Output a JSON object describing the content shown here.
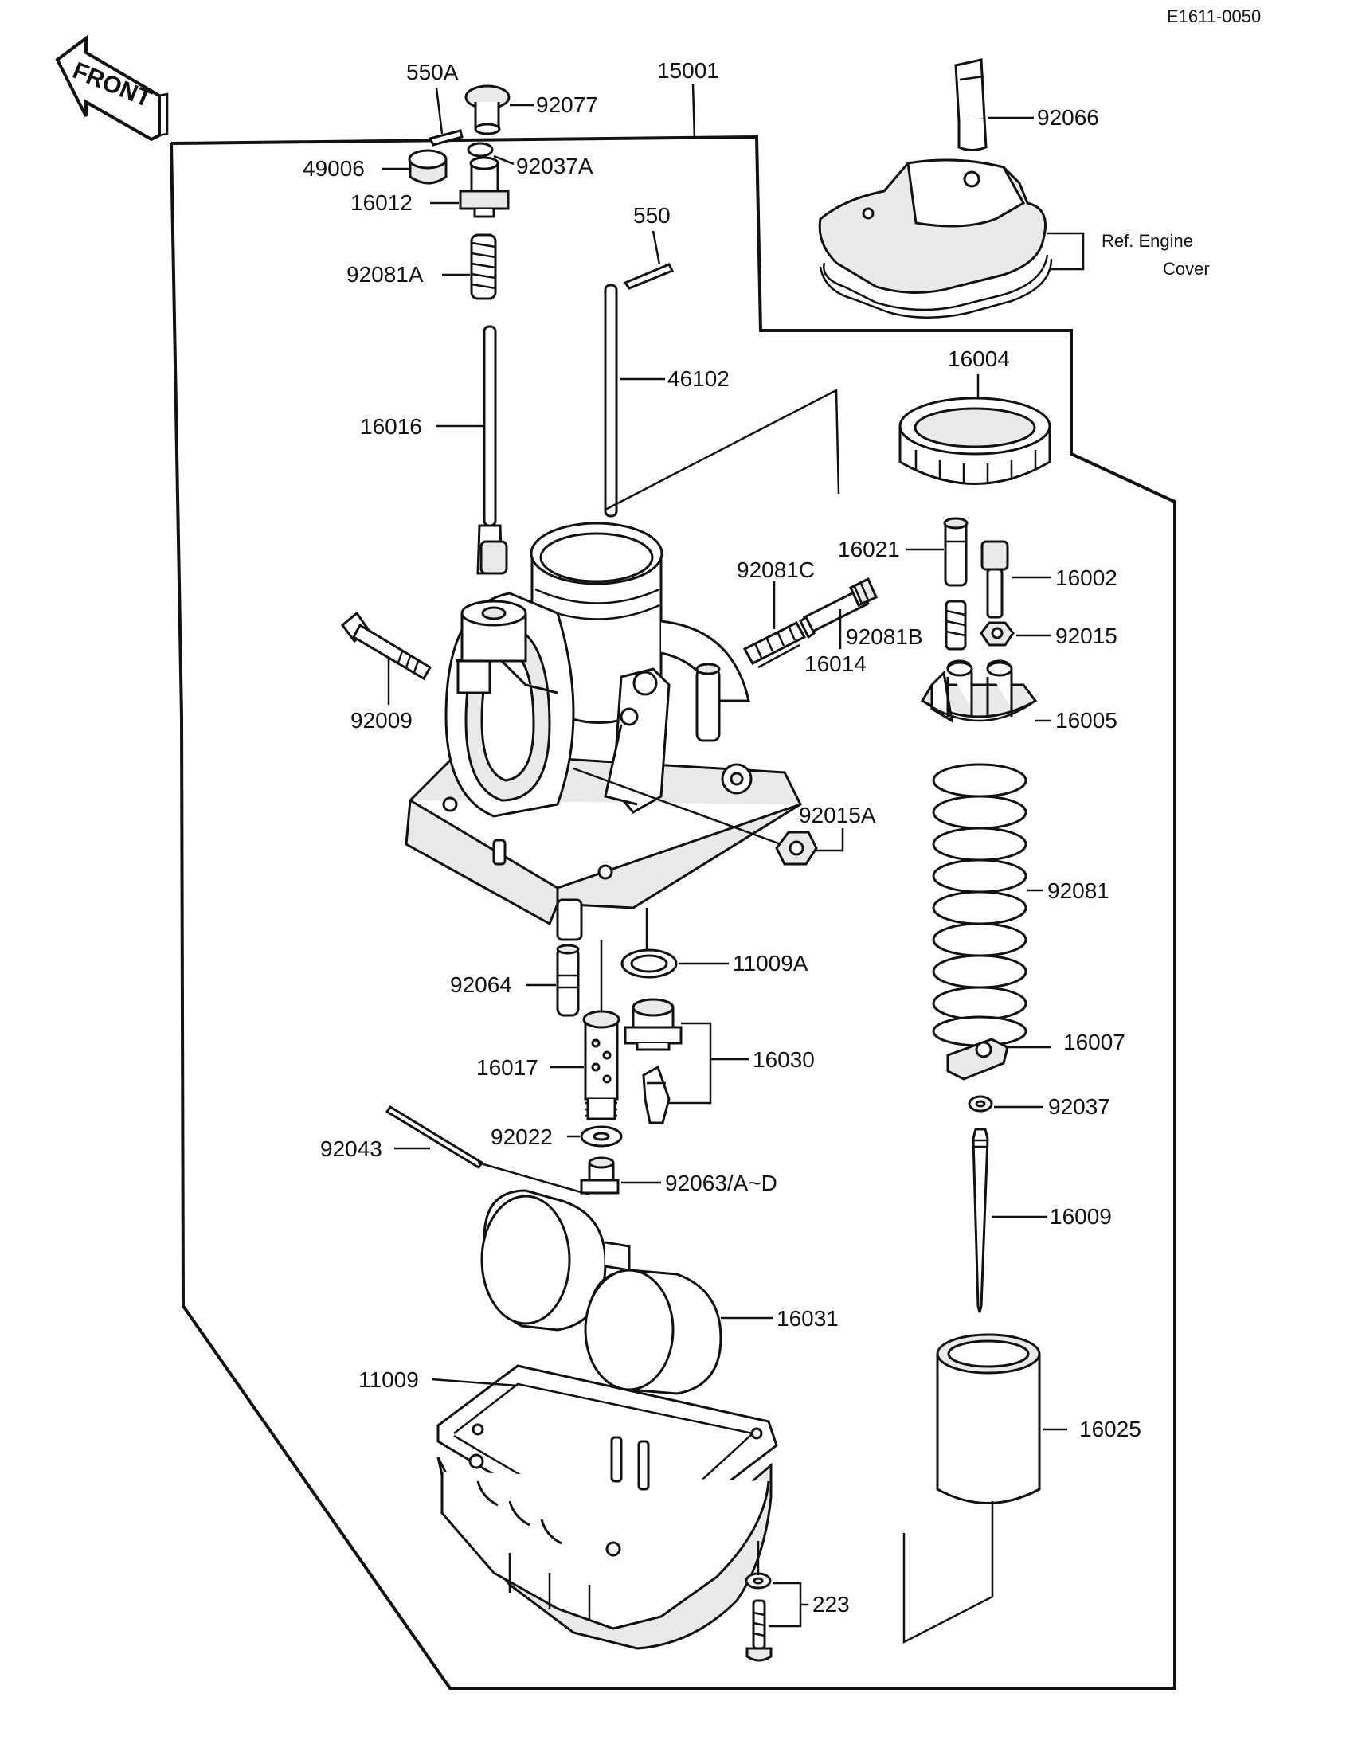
{
  "diagram_code": "E1611-0050",
  "front_label": "FRONT",
  "ref_note": {
    "line1": "Ref. Engine",
    "line2": "Cover"
  },
  "parts": {
    "p550A": "550A",
    "p15001": "15001",
    "p92077": "92077",
    "p92066": "92066",
    "p49006": "49006",
    "p92037A": "92037A",
    "p16012": "16012",
    "p550": "550",
    "p92081A": "92081A",
    "p46102": "46102",
    "p16004": "16004",
    "p16016": "16016",
    "p16021": "16021",
    "p92081C": "92081C",
    "p16002": "16002",
    "p92081B": "92081B",
    "p92015": "92015",
    "p16014": "16014",
    "p92009": "92009",
    "p16005": "16005",
    "p92015A": "92015A",
    "p92081": "92081",
    "p11009A": "11009A",
    "p92064": "92064",
    "p16030": "16030",
    "p16017": "16017",
    "p16007": "16007",
    "p92037": "92037",
    "p92022": "92022",
    "p92043": "92043",
    "p92063": "92063/A~D",
    "p16009": "16009",
    "p16031": "16031",
    "p11009": "11009",
    "p16025": "16025",
    "p223": "223"
  }
}
